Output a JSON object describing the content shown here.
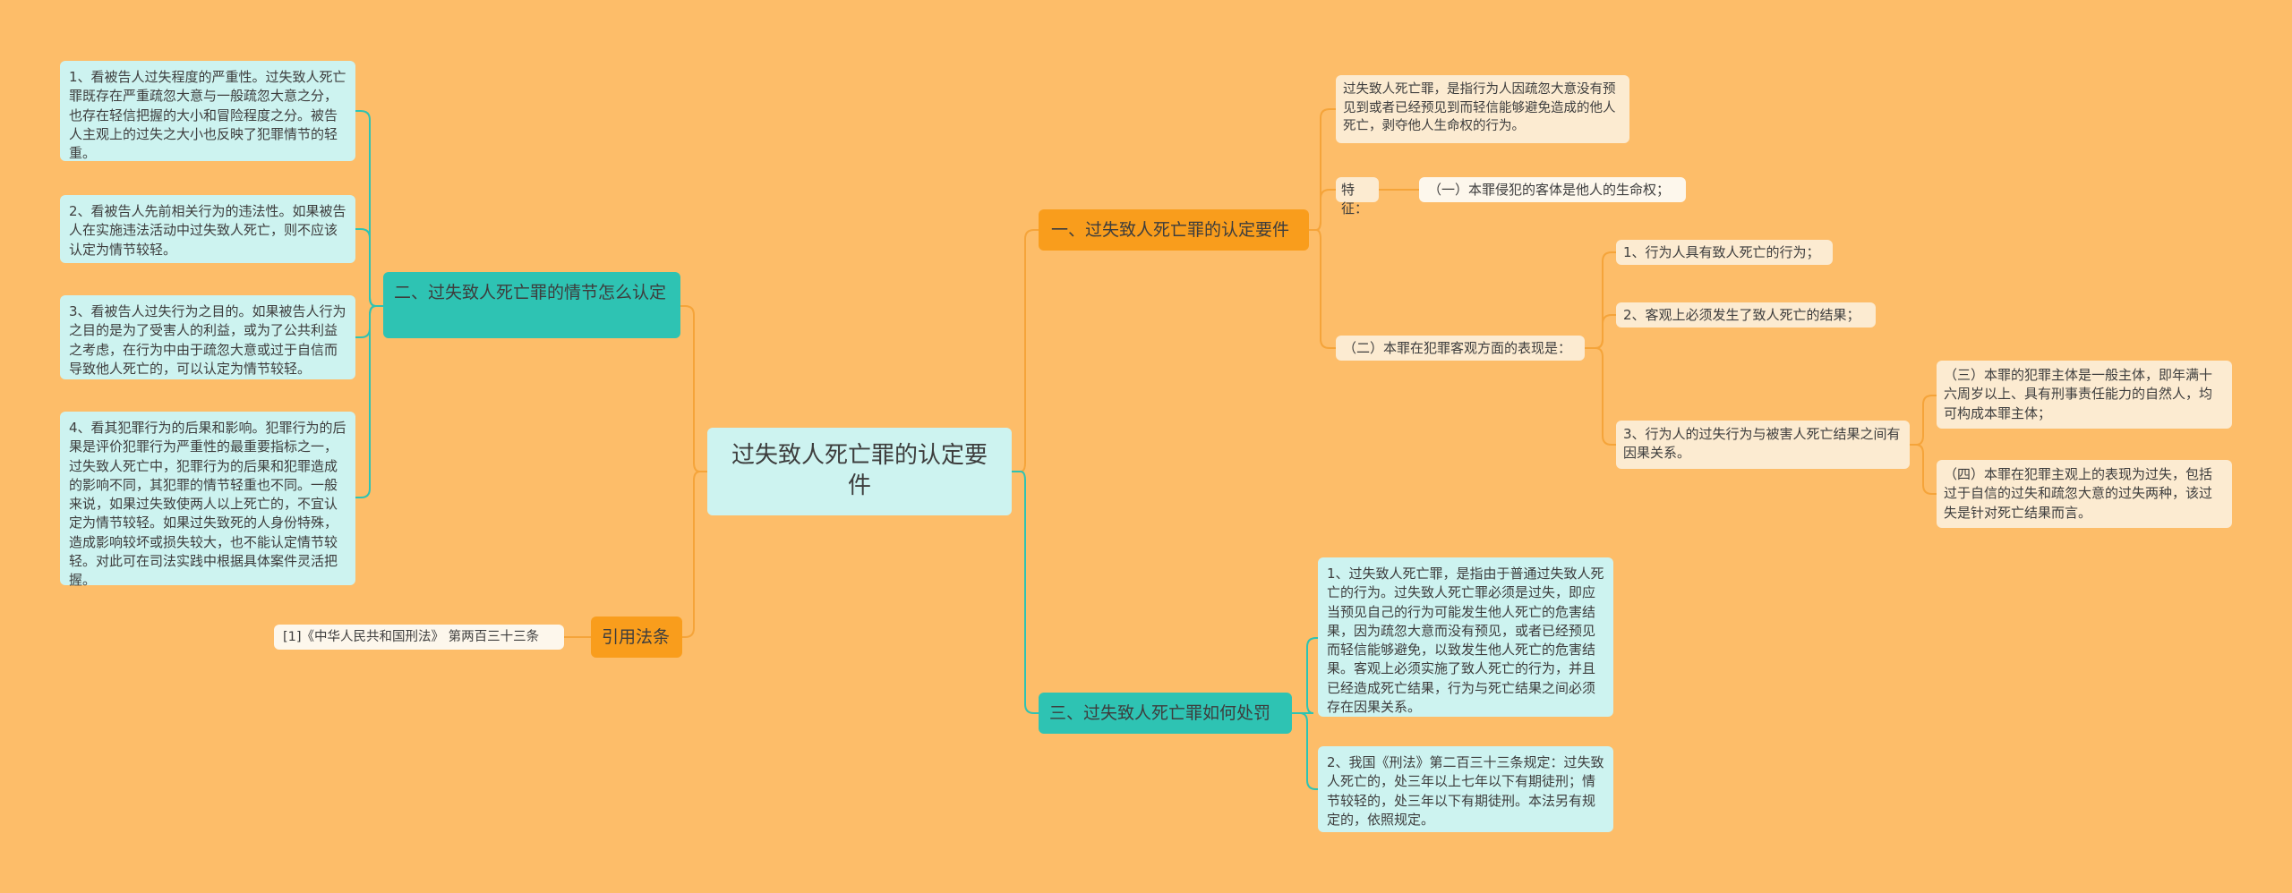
{
  "root": {
    "title": "过失致人死亡罪的认定要件"
  },
  "branch1": {
    "title": "一、过失致人死亡罪的认定要件",
    "definition": "过失致人死亡罪，是指行为人因疏忽大意没有预见到或者已经预见到而轻信能够避免造成的他人死亡，剥夺他人生命权的行为。",
    "feature_label": "特征：",
    "feature_1": "（一）本罪侵犯的客体是他人的生命权；",
    "objective_label": "（二）本罪在犯罪客观方面的表现是：",
    "objective_items": [
      "1、行为人具有致人死亡的行为；",
      "2、客观上必须发生了致人死亡的结果；",
      "3、行为人的过失行为与被害人死亡结果之间有因果关系。"
    ],
    "subject": "（三）本罪的犯罪主体是一般主体，即年满十六周岁以上、具有刑事责任能力的自然人，均可构成本罪主体；",
    "subjective": "（四）本罪在犯罪主观上的表现为过失，包括过于自信的过失和疏忽大意的过失两种，该过失是针对死亡结果而言。"
  },
  "branch2": {
    "title": "二、过失致人死亡罪的情节怎么认定",
    "items": [
      "1、看被告人过失程度的严重性。过失致人死亡罪既存在严重疏忽大意与一般疏忽大意之分，也存在轻信把握的大小和冒险程度之分。被告人主观上的过失之大小也反映了犯罪情节的轻重。",
      "2、看被告人先前相关行为的违法性。如果被告人在实施违法活动中过失致人死亡，则不应该认定为情节较轻。",
      "3、看被告人过失行为之目的。如果被告人行为之目的是为了受害人的利益，或为了公共利益之考虑，在行为中由于疏忽大意或过于自信而导致他人死亡的，可以认定为情节较轻。",
      "4、看其犯罪行为的后果和影响。犯罪行为的后果是评价犯罪行为严重性的最重要指标之一，过失致人死亡中，犯罪行为的后果和犯罪造成的影响不同，其犯罪的情节轻重也不同。一般来说，如果过失致使两人以上死亡的，不宜认定为情节较轻。如果过失致死的人身份特殊，造成影响较坏或损失较大，也不能认定情节较轻。对此可在司法实践中根据具体案件灵活把握。"
    ]
  },
  "branch3": {
    "title": "三、过失致人死亡罪如何处罚",
    "items": [
      "1、过失致人死亡罪，是指由于普通过失致人死亡的行为。过失致人死亡罪必须是过失，即应当预见自己的行为可能发生他人死亡的危害结果，因为疏忽大意而没有预见，或者已经预见而轻信能够避免，以致发生他人死亡的危害结果。客观上必须实施了致人死亡的行为，并且已经造成死亡结果，行为与死亡结果之间必须存在因果关系。",
      "2、我国《刑法》第二百三十三条规定：过失致人死亡的，处三年以上七年以下有期徒刑；情节较轻的，处三年以下有期徒刑。本法另有规定的，依照规定。"
    ]
  },
  "branch4": {
    "title": "引用法条",
    "items": [
      "[1]《中华人民共和国刑法》 第两百三十三条"
    ]
  },
  "colors": {
    "background": "#fdbd69",
    "orange_branch": "#f99d1c",
    "teal_branch": "#2ec3b3",
    "root_fill": "#cdf3f0",
    "cream_leaf": "#fcebd1",
    "teal_leaf": "#cdf3f0",
    "orange_line": "#f5a43a",
    "teal_line": "#2ec3b3"
  }
}
